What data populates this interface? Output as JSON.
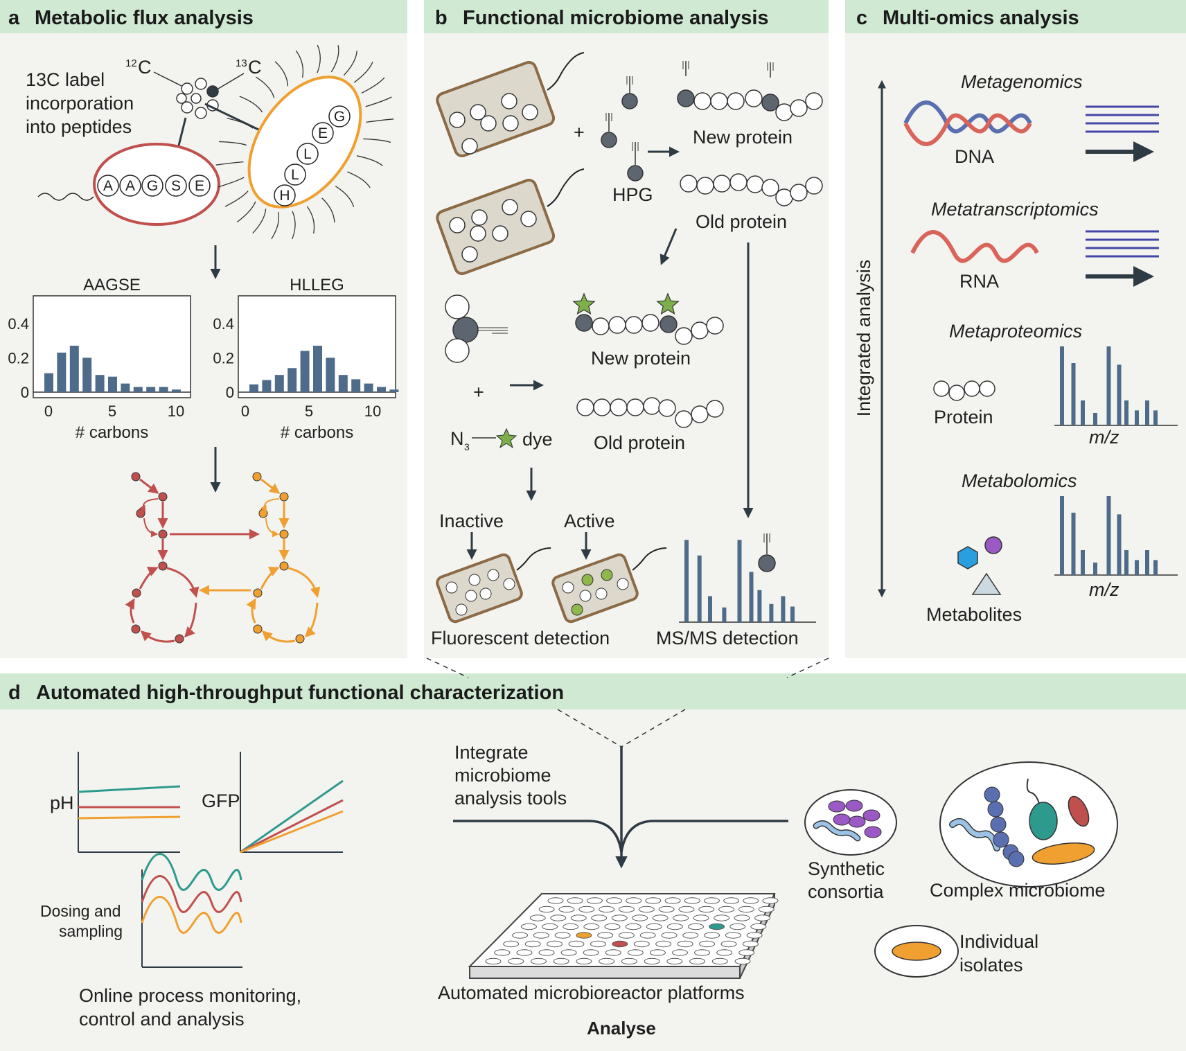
{
  "panels": {
    "a": {
      "letter": "a",
      "title": "Metabolic flux analysis"
    },
    "b": {
      "letter": "b",
      "title": "Functional microbiome analysis"
    },
    "c": {
      "letter": "c",
      "title": "Multi-omics analysis"
    },
    "d": {
      "letter": "d",
      "title": "Automated high-throughput functional characterization"
    }
  },
  "a": {
    "label_line1": "13C label",
    "label_line2": "incorporation",
    "label_line3": "into peptides",
    "iso12": "12",
    "iso13": "13",
    "c_letter": "C",
    "peptide1": [
      "A",
      "A",
      "G",
      "S",
      "E"
    ],
    "peptide2": [
      "H",
      "L",
      "L",
      "E",
      "G"
    ],
    "charts": [
      {
        "title": "AAGSE",
        "xlabel": "# carbons",
        "yticks": [
          "0.4",
          "0.2",
          "0"
        ],
        "xticks": [
          "0",
          "5",
          "10"
        ],
        "values": [
          0.11,
          0.23,
          0.27,
          0.2,
          0.1,
          0.09,
          0.05,
          0.03,
          0.03,
          0.03,
          0.015
        ]
      },
      {
        "title": "HLLEG",
        "xlabel": "# carbons",
        "yticks": [
          "0.4",
          "0.2",
          "0"
        ],
        "xticks": [
          "0",
          "5",
          "10"
        ],
        "values": [
          0.045,
          0.07,
          0.1,
          0.14,
          0.24,
          0.27,
          0.2,
          0.1,
          0.075,
          0.05,
          0.03,
          0.015
        ]
      }
    ]
  },
  "b": {
    "new_protein": "New protein",
    "old_protein": "Old protein",
    "hpg": "HPG",
    "plus": "+",
    "n3": "N",
    "n3_sub": "3",
    "dye": "dye",
    "inactive": "Inactive",
    "active": "Active",
    "fluor": "Fluorescent detection",
    "msms": "MS/MS detection",
    "spectrum": [
      0.95,
      0.77,
      0.3,
      0.17,
      0.95,
      0.58,
      0.37,
      0.21,
      0.3,
      0.18
    ]
  },
  "c": {
    "axis_label": "Integrated analysis",
    "metagenomics": "Metagenomics",
    "dna": "DNA",
    "metatranscriptomics": "Metatranscriptomics",
    "rna": "RNA",
    "metaproteomics": "Metaproteomics",
    "protein": "Protein",
    "metabolomics": "Metabolomics",
    "metabolites": "Metabolites",
    "mz": "m/z",
    "spectrum": [
      0.95,
      0.75,
      0.3,
      0.15,
      0.95,
      0.73,
      0.3,
      0.18,
      0.3,
      0.18
    ]
  },
  "d": {
    "ph": "pH",
    "gfp": "GFP",
    "dosing1": "Dosing and",
    "dosing2": "sampling",
    "monitor1": "Online process monitoring,",
    "monitor2": "control and analysis",
    "integrate1": "Integrate",
    "integrate2": "microbiome",
    "integrate3": "analysis tools",
    "platform": "Automated microbioreactor platforms",
    "analyse": "Analyse",
    "synthetic1": "Synthetic",
    "synthetic2": "consortia",
    "complex": "Complex microbiome",
    "isolates1": "Individual",
    "isolates2": "isolates"
  },
  "colors": {
    "panel_bg": "#f3f3ef",
    "header": "#cfe9d3",
    "bar": "#4e6b89",
    "red": "#c0504d",
    "orange": "#f0a030",
    "teal": "#2e9a8e",
    "green_star": "#7db04a",
    "dark_node": "#5d6670"
  }
}
